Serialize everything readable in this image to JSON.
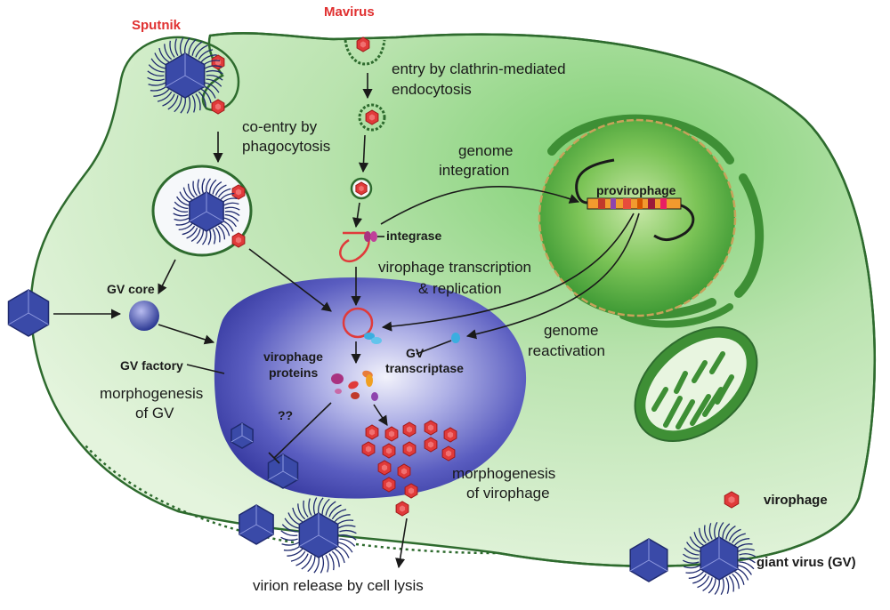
{
  "viruses": {
    "sputnik": "Sputnik",
    "mavirus": "Mavirus"
  },
  "labels": {
    "co_entry_line1": "co-entry by",
    "co_entry_line2": "phagocytosis",
    "clathrin_line1": "entry by clathrin-mediated",
    "clathrin_line2": "endocytosis",
    "genome_integration_line1": "genome",
    "genome_integration_line2": "integration",
    "integrase": "integrase",
    "provirophage": "provirophage",
    "transcription_line1": "virophage transcription",
    "transcription_line2": "& replication",
    "gv_core": "GV core",
    "gv_factory": "GV factory",
    "morph_gv_line1": "morphogenesis",
    "morph_gv_line2": "of GV",
    "vp_proteins_line1": "virophage",
    "vp_proteins_line2": "proteins",
    "gv_transcriptase_line1": "GV",
    "gv_transcriptase_line2": "transcriptase",
    "question": "??",
    "reactivation_line1": "genome",
    "reactivation_line2": "reactivation",
    "morph_vp_line1": "morphogenesis",
    "morph_vp_line2": "of virophage",
    "release": "virion release by cell lysis"
  },
  "legend": {
    "virophage": "virophage",
    "giant_virus": "giant virus (GV)"
  },
  "colors": {
    "cell_fill": "#b8e3ae",
    "cell_stroke": "#2e6b2e",
    "nucleus": "#5cb85c",
    "factory": "#5a5dc0",
    "virophage": "#e03a3a",
    "giant_virus": "#3a4aa8",
    "label_red": "#e03030"
  }
}
